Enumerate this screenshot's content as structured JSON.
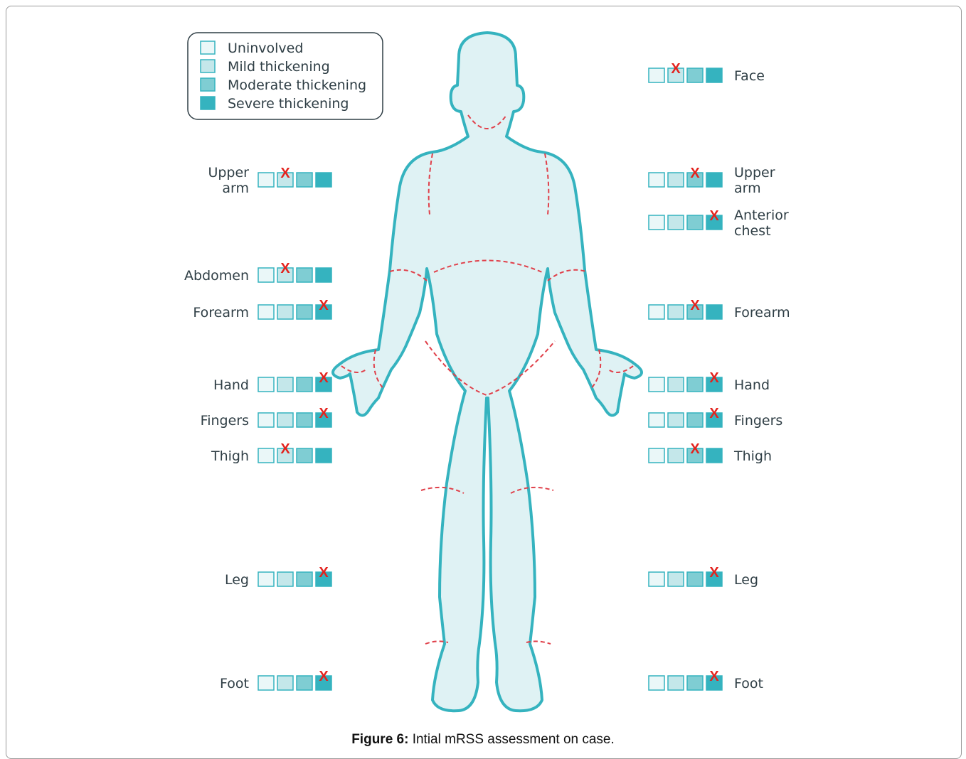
{
  "legend": {
    "items": [
      {
        "label": "Uninvolved",
        "color": "#eaf7f8"
      },
      {
        "label": "Mild thickening",
        "color": "#c4e7ea"
      },
      {
        "label": "Moderate thickening",
        "color": "#7fcdd3"
      },
      {
        "label": "Severe thickening",
        "color": "#35b3bf"
      }
    ]
  },
  "colors": {
    "outline": "#35b3bf",
    "body_fill": "#dff2f4",
    "joint_line": "#e0404a",
    "mark": "#e3231e"
  },
  "regions_left": [
    {
      "label": "Upper",
      "label2": "arm",
      "score": 2
    },
    {
      "label": "Abdomen",
      "score": 2
    },
    {
      "label": "Forearm",
      "score": 4
    },
    {
      "label": "Hand",
      "score": 4
    },
    {
      "label": "Fingers",
      "score": 4
    },
    {
      "label": "Thigh",
      "score": 2
    },
    {
      "label": "Leg",
      "score": 4
    },
    {
      "label": "Foot",
      "score": 4
    }
  ],
  "regions_right": [
    {
      "label": "Face",
      "score": 2
    },
    {
      "label": "Upper",
      "label2": "arm",
      "score": 3
    },
    {
      "label": "Anterior",
      "label2": "chest",
      "score": 4
    },
    {
      "label": "Forearm",
      "score": 3
    },
    {
      "label": "Hand",
      "score": 4
    },
    {
      "label": "Fingers",
      "score": 4
    },
    {
      "label": "Thigh",
      "score": 3
    },
    {
      "label": "Leg",
      "score": 4
    },
    {
      "label": "Foot",
      "score": 4
    }
  ],
  "mark_symbol": "X",
  "caption": {
    "bold": "Figure 6:",
    "text": " Intial mRSS assessment on case."
  }
}
